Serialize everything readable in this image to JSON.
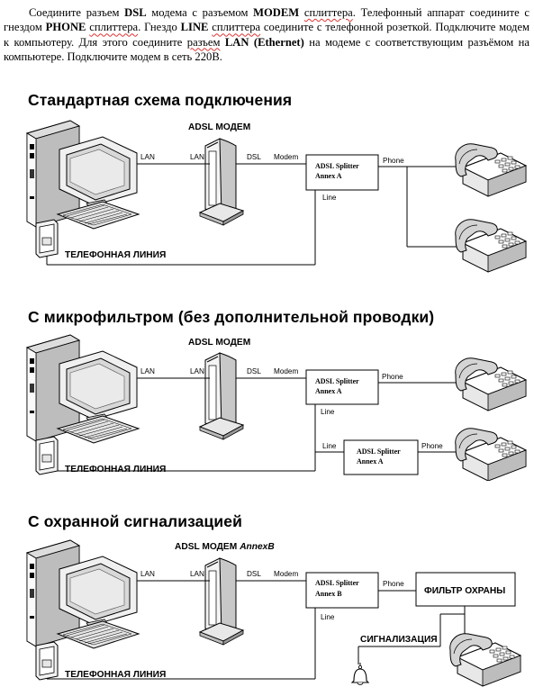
{
  "intro": {
    "s1": "Соедините разъем ",
    "dsl": "DSL",
    "s2": " модема  с разъемом ",
    "modem": "MODEM",
    "s3": "  ",
    "splitter1": "сплиттера",
    "s4": ".  Телефонный аппарат соедините с гнездом ",
    "phone": "PHONE",
    "s5": " ",
    "splitter2": "сплиттера",
    "s6": ". Гнездо ",
    "line": "LINE",
    "s7": " ",
    "splitter3": "сплиттера",
    "s8": " соедините с телефонной розеткой. Подключите модем к компьютеру. Для этого соедините ",
    "razjem": "разъем",
    "s9": " ",
    "lan": "LAN (Ethernet)",
    "s10": " на модеме с соответствующим  разъёмом на компьютере.  Подключите  модем в сеть 220В."
  },
  "sections": [
    {
      "title": "Стандартная схема подключения",
      "modem_title": "ADSL МОДЕМ",
      "lan_pc": "LAN",
      "lan_modem": "LAN",
      "dsl": "DSL",
      "modem_port": "Modem",
      "splitter_line1": "ADSL Splitter",
      "splitter_line2": "Annex A",
      "phone_port": "Phone",
      "line_port": "Line",
      "wall_label": "ТЕЛЕФОННАЯ ЛИНИЯ"
    },
    {
      "title": "С микрофильтром (без дополнительной проводки)",
      "modem_title": "ADSL МОДЕМ",
      "lan_pc": "LAN",
      "lan_modem": "LAN",
      "dsl": "DSL",
      "modem_port": "Modem",
      "splitter_line1": "ADSL Splitter",
      "splitter_line2": "Annex A",
      "phone_port": "Phone",
      "line_port": "Line",
      "line_port2": "Line",
      "splitter2_line1": "ADSL Splitter",
      "splitter2_line2": "Annex A",
      "phone_port2": "Phone",
      "wall_label": "ТЕЛЕФОННАЯ ЛИНИЯ"
    },
    {
      "title": "С охранной сигнализацией",
      "modem_title": "ADSL МОДЕМ",
      "modem_title_suffix": "AnnexB",
      "lan_pc": "LAN",
      "lan_modem": "LAN",
      "dsl": "DSL",
      "modem_port": "Modem",
      "splitter_line1": "ADSL Splitter",
      "splitter_line2": "Annex B",
      "phone_port": "Phone",
      "line_port": "Line",
      "filter_label": "ФИЛЬТР ОХРАНЫ",
      "alarm_label": "СИГНАЛИЗАЦИЯ",
      "wall_label": "ТЕЛЕФОННАЯ ЛИНИЯ"
    }
  ]
}
